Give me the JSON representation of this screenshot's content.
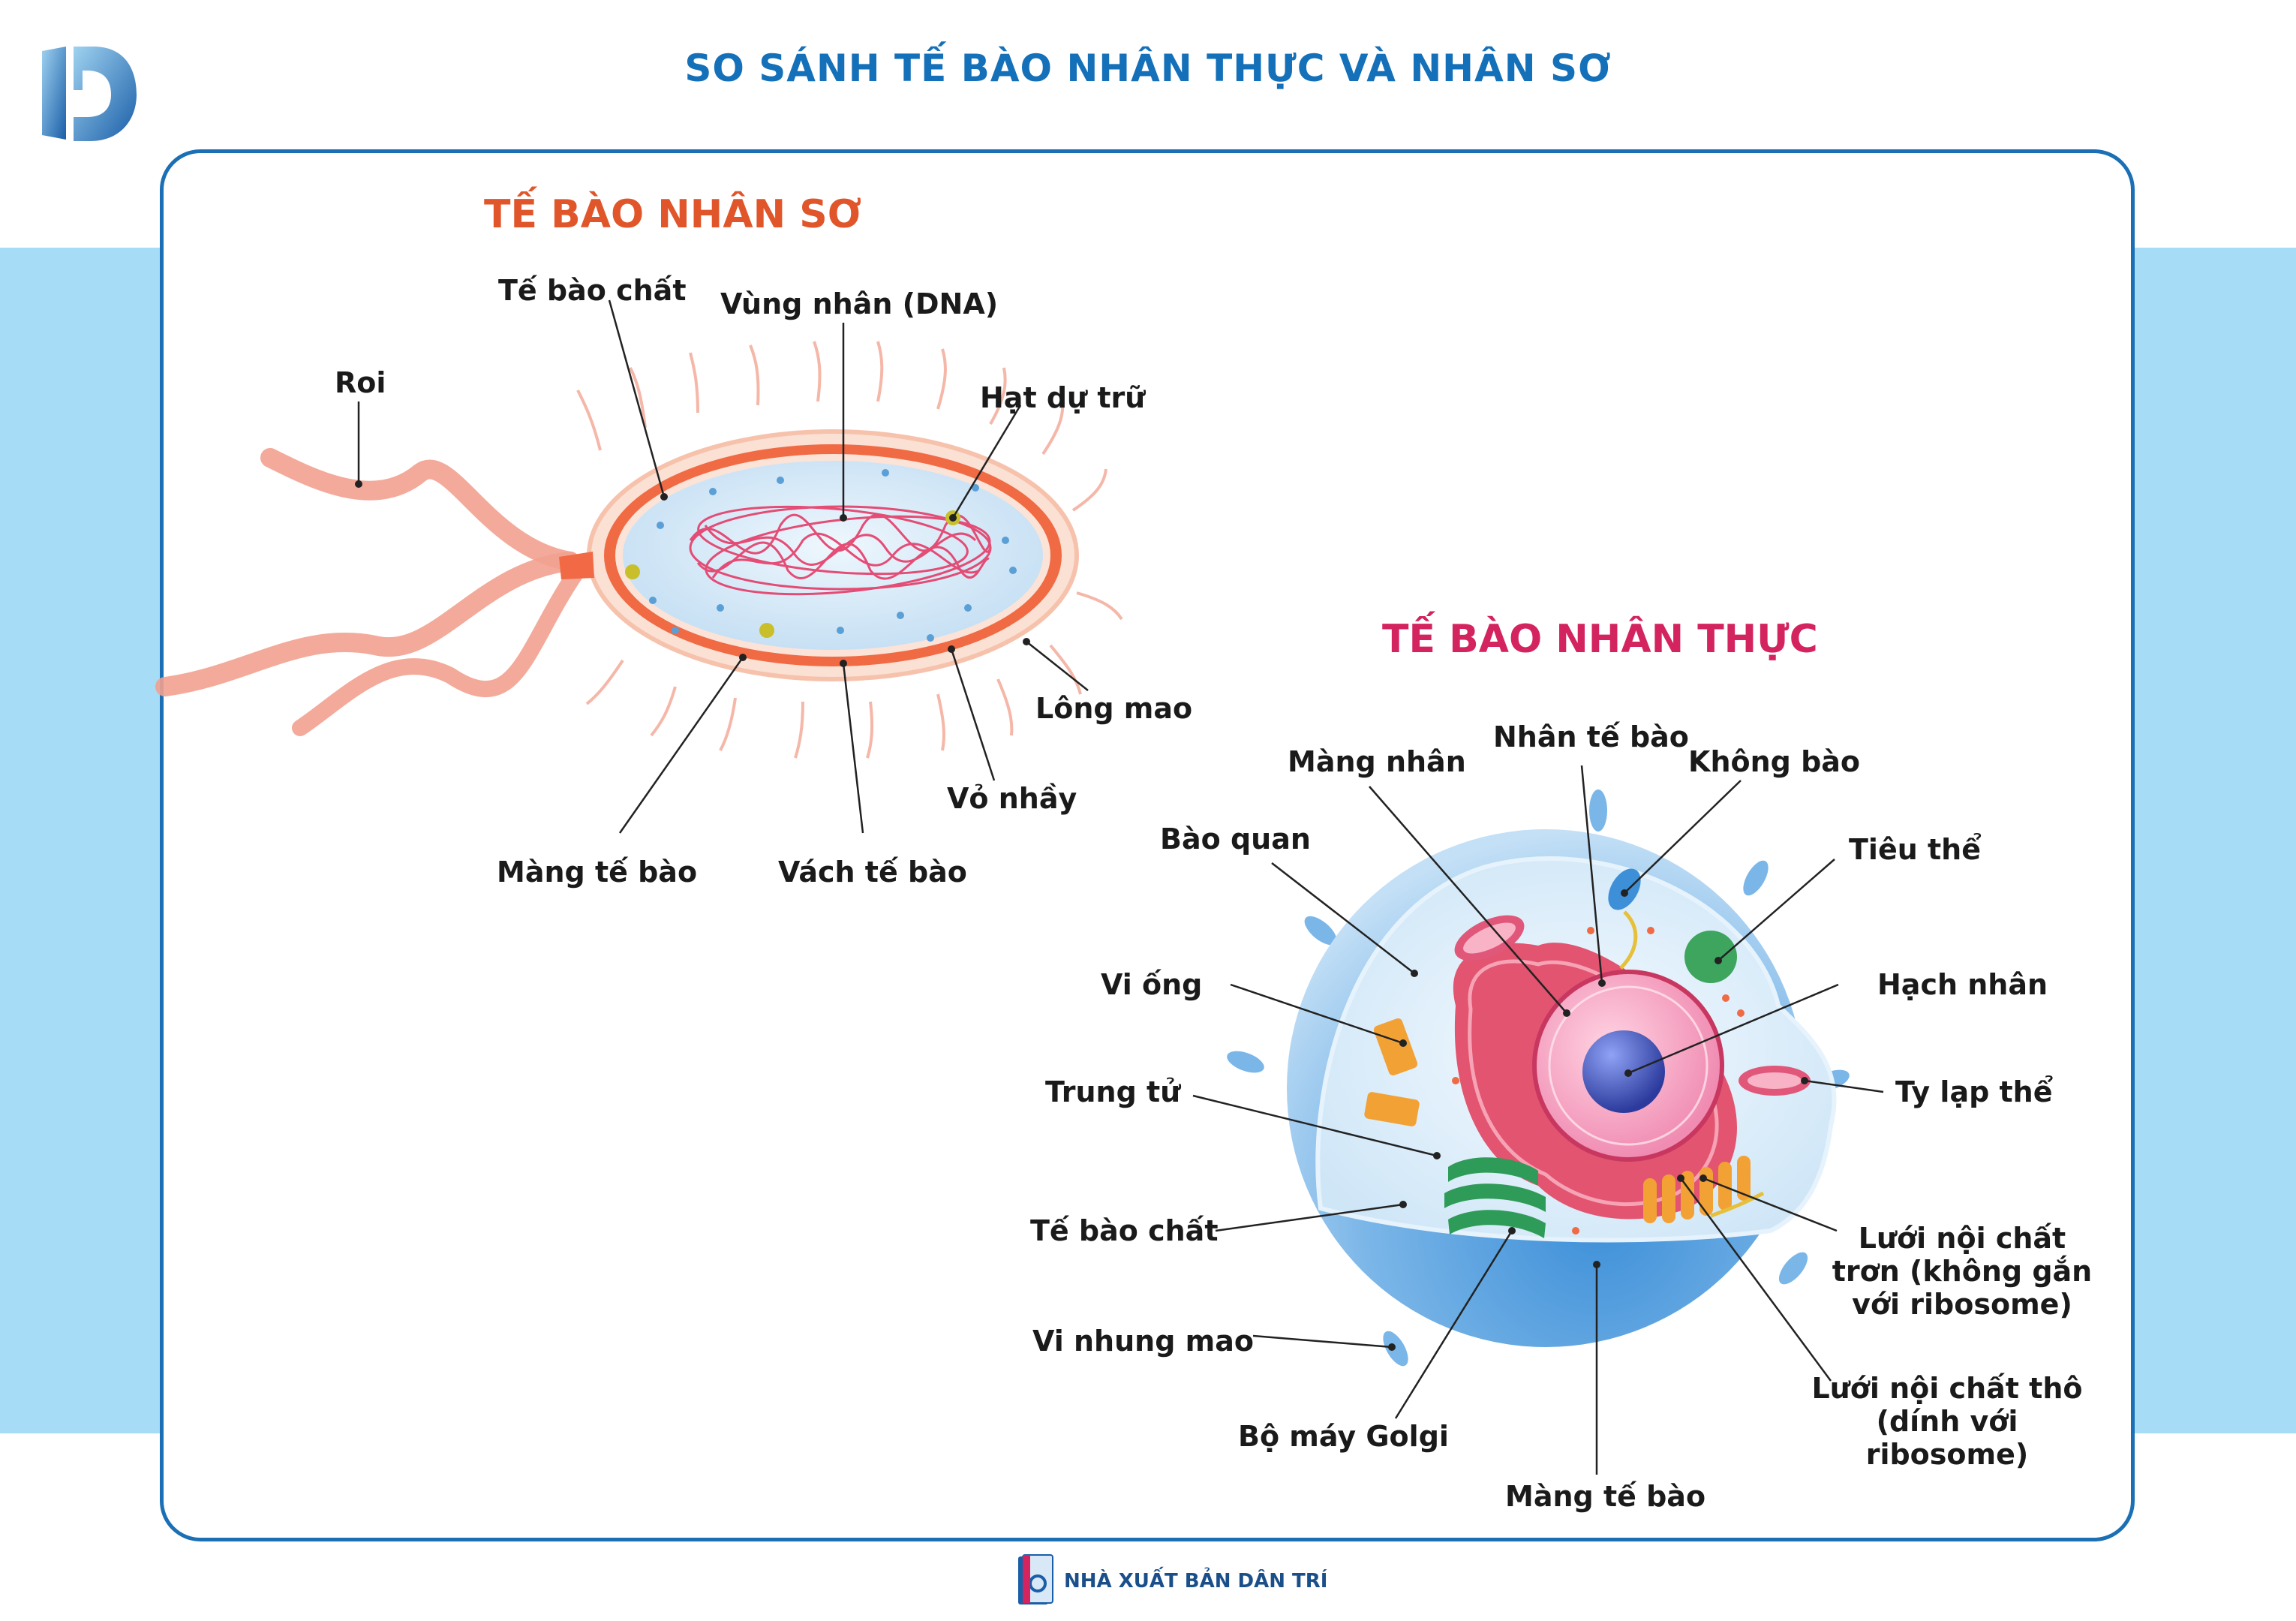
{
  "title": "SO SÁNH TẾ BÀO NHÂN THỰC VÀ NHÂN SƠ",
  "colors": {
    "title": "#1470b8",
    "prokaryote_heading": "#e0562a",
    "eukaryote_heading": "#d4245f",
    "band": "#a6dcf6",
    "frame": "#1a6fb5"
  },
  "prokaryote": {
    "heading": "TẾ BÀO NHÂN SƠ",
    "labels": {
      "cytoplasm": "Tế bào chất",
      "nucleoid": "Vùng nhân (DNA)",
      "flagellum": "Roi",
      "granule": "Hạt dự trữ",
      "pili": "Lông mao",
      "capsule": "Vỏ nhầy",
      "membrane": "Màng tế bào",
      "wall": "Vách tế bào"
    }
  },
  "eukaryote": {
    "heading": "TẾ BÀO NHÂN THỰC",
    "labels": {
      "nucleus": "Nhân tế bào",
      "nuclear_membrane": "Màng nhân",
      "vacuole": "Không bào",
      "organelle": "Bào quan",
      "lysosome": "Tiêu thể",
      "microtubule": "Vi ống",
      "nucleolus": "Hạch nhân",
      "centriole": "Trung tử",
      "mitochondria": "Ty lạp thể",
      "cytoplasm": "Tế bào chất",
      "smooth_er": "Lưới nội chất trơn (không gắn với ribosome)",
      "microvilli": "Vi nhung mao",
      "rough_er": "Lưới nội chất thô (dính với ribosome)",
      "golgi": "Bộ máy Golgi",
      "membrane": "Màng tế bào"
    }
  },
  "publisher": "NHÀ XUẤT BẢN DÂN TRÍ"
}
